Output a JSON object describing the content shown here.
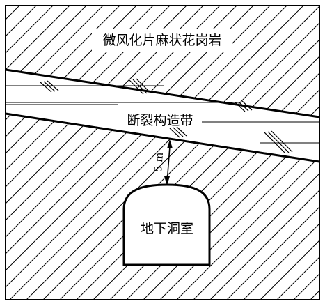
{
  "labels": {
    "rock": "微风化片麻状花岗岩",
    "fault_zone": "断裂构造带",
    "distance": "5 m",
    "chamber": "地下洞室"
  },
  "colors": {
    "stroke": "#000000",
    "background": "#ffffff"
  }
}
